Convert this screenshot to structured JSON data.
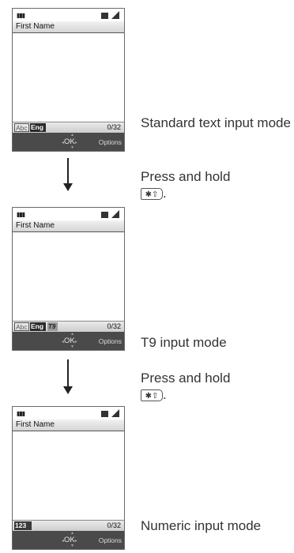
{
  "phones": [
    {
      "title": "First Name",
      "chips": [
        "Abc",
        "Eng"
      ],
      "count": "0/32",
      "ok": "OK",
      "options": "Options"
    },
    {
      "title": "First Name",
      "chips": [
        "Abc",
        "Eng",
        "T9"
      ],
      "count": "0/32",
      "ok": "OK",
      "options": "Options"
    },
    {
      "title": "First Name",
      "chips": [
        "123"
      ],
      "count": "0/32",
      "ok": "OK",
      "options": "Options"
    }
  ],
  "captions": {
    "standard": "Standard text input mode",
    "press1": "Press and hold",
    "t9": "T9 input mode",
    "press2": "Press and hold",
    "numeric": "Numeric input mode"
  },
  "key_label": "✱⇧"
}
